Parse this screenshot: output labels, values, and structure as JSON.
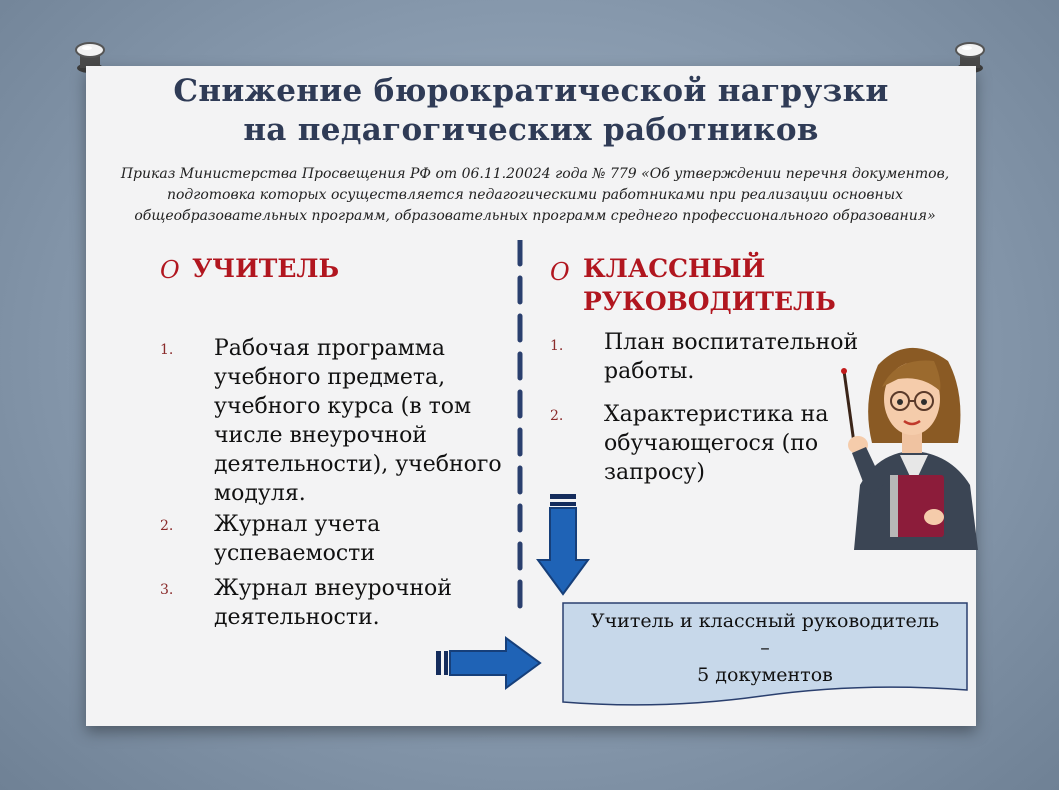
{
  "slide": {
    "title_line1": "Снижение бюрократической нагрузки",
    "title_line2": "на педагогических работников",
    "order_line1": "Приказ Министерства Просвещения РФ от 06.11.20024 года № 779 «Об утверждении перечня документов,",
    "order_line2": "подготовка которых осуществляется педагогическими работниками при реализации основных",
    "order_line3": "общеобразовательных программ, образовательных программ среднего профессионального образования»"
  },
  "left": {
    "bullet": "O",
    "heading": "УЧИТЕЛЬ",
    "items": [
      {
        "num": "1.",
        "lines": [
          "Рабочая программа",
          "учебного предмета,",
          "учебного курса (в том",
          "числе внеурочной",
          "деятельности), учебного",
          "модуля."
        ]
      },
      {
        "num": "2.",
        "lines": [
          "Журнал учета",
          "успеваемости"
        ]
      },
      {
        "num": "3.",
        "lines": [
          "Журнал внеурочной",
          "деятельности."
        ]
      }
    ]
  },
  "right": {
    "bullet": "O",
    "heading_line1": "КЛАССНЫЙ",
    "heading_line2": "РУКОВОДИТЕЛЬ",
    "items": [
      {
        "num": "1.",
        "lines": [
          "План воспитательной",
          "работы."
        ]
      },
      {
        "num": "2.",
        "lines": [
          "Характеристика на",
          "обучающегося (по",
          "запросу)"
        ]
      }
    ]
  },
  "summary": {
    "line1": "Учитель и классный руководитель",
    "line2": "–",
    "line3": "5 документов"
  },
  "colors": {
    "title": "#2f3b56",
    "heading": "#b1161f",
    "arrow": "#1f63b6",
    "note_fill": "#c7d8ea"
  },
  "icons": [
    "pushpin-icon",
    "teacher-illustration",
    "arrow-down-icon",
    "arrow-right-icon"
  ]
}
